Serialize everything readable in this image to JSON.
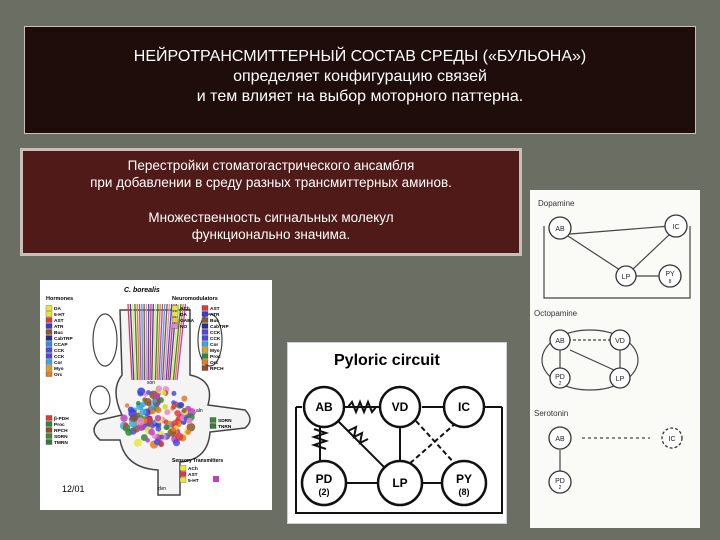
{
  "title": {
    "line1": "НЕЙРОТРАНСМИТТЕРНЫЙ СОСТАВ СРЕДЫ («БУЛЬОНА»)",
    "line2": "определяет конфигурацию связей",
    "line3": "и тем влияет на выбор моторного паттерна."
  },
  "subtitle": {
    "line1": "Перестройки стоматогастрического ансамбля",
    "line2": "при добавлении в среду разных трансмиттерных аминов.",
    "line3": "Множественность сигнальных молекул",
    "line4": "функционально значима."
  },
  "stg_figure": {
    "species": "C. borealis",
    "hormones_heading": "Hormones",
    "hormones": [
      "DA",
      "5-HT",
      "AST",
      "ATR",
      "Buc",
      "CabTRP",
      "CCAP",
      "CCK",
      "CCK",
      "Cor",
      "Myo",
      "Orc"
    ],
    "hormone_colors": [
      "#e8e83a",
      "#e8e83a",
      "#e03a3a",
      "#3a3ad8",
      "#8a5a2a",
      "#2a2a8a",
      "#3a8ad8",
      "#4a4ae0",
      "#4a4ae0",
      "#3aa8e0",
      "#e0a020",
      "#e87a20"
    ],
    "neuromodulators_heading": "Neuromodulators",
    "neuromodulators_left": [
      "ACh",
      "DA",
      "GABA",
      "NO"
    ],
    "neuromodulators_left_colors": [
      "#e8e83a",
      "#e8e83a",
      "#e8c840",
      "#e88ac8"
    ],
    "neuromodulators_right": [
      "AST",
      "ATR",
      "Buc",
      "CabTRP",
      "CCK",
      "CCK",
      "Cor",
      "Myo",
      "Proc",
      "Orc",
      "RPCH"
    ],
    "neuromodulators_right_colors": [
      "#e03a3a",
      "#3a3ad8",
      "#8a5a2a",
      "#2a2a8a",
      "#4a4ae0",
      "#4a4ae0",
      "#3aa8e0",
      "#e0a020",
      "#2a8a3a",
      "#e87a20",
      "#9a4a2a"
    ],
    "lower_left": [
      "β-PDH",
      "Proc",
      "RPCH",
      "SDRN",
      "TMRN"
    ],
    "lower_left_colors": [
      "#e03a3a",
      "#2a8a3a",
      "#9a4a2a",
      "#3a8a3a",
      "#3a7a3a"
    ],
    "lower_right": [
      "SDRN",
      "TNRN"
    ],
    "lower_right_colors": [
      "#3a8a3a",
      "#3a7a3a"
    ],
    "sensory_heading": "Sensory Transmitters",
    "sensory": [
      "ACh",
      "AST",
      "5-HT"
    ],
    "sensory_colors": [
      "#e8e83a",
      "#e03a3a",
      "#e8e83a"
    ],
    "stn_label": "son",
    "aln_label": "aln",
    "dvn_label": "dvn",
    "date": "12/01"
  },
  "pyloric": {
    "title": "Pyloric circuit",
    "neurons": {
      "ab": "AB",
      "vd": "VD",
      "ic": "IC",
      "pd": "PD",
      "lp": "LP",
      "py": "PY"
    },
    "pd_count": "(2)",
    "py_count": "(8)"
  },
  "amines": {
    "dopamine": "Dopamine",
    "octopamine": "Octopamine",
    "serotonin": "Serotonin",
    "dopamine_neurons": {
      "ab": "AB",
      "ic": "IC",
      "lp": "LP",
      "py": "PY",
      "py_count": "8"
    },
    "octopamine_neurons": {
      "ab": "AB",
      "vd": "VD",
      "pd": "PD",
      "lp": "LP",
      "pd_count": "2"
    },
    "serotonin_neurons": {
      "ab": "AB",
      "ic": "IC",
      "pd": "PD",
      "pd_count": "2"
    }
  }
}
